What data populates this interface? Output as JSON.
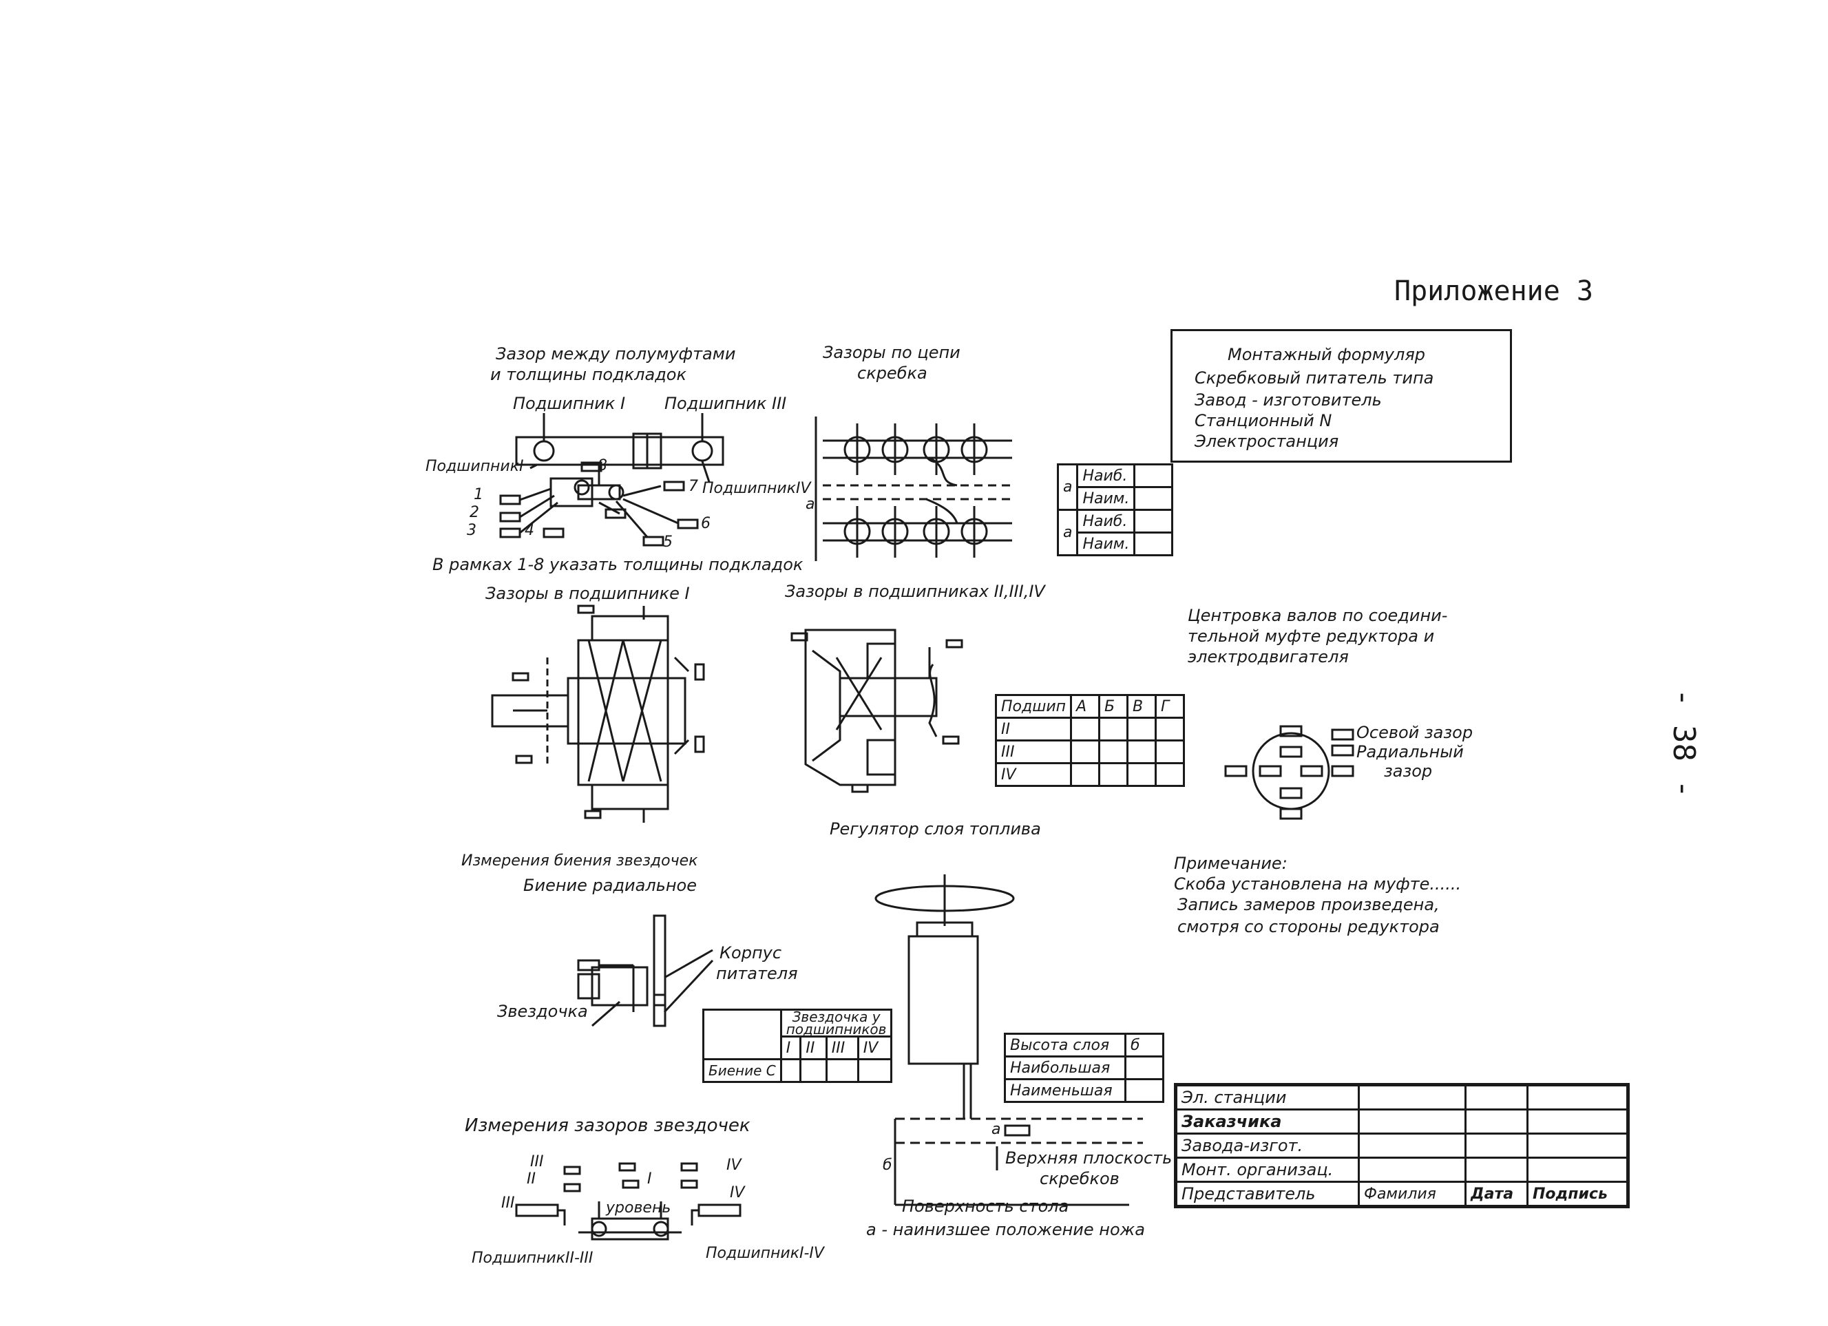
{
  "header": {
    "appendix": "Приложение 3",
    "page_number": "- 38 -"
  },
  "formular": {
    "lines": [
      "Монтажный формуляр",
      "Скребковый питатель типа",
      "Завод - изготовитель",
      "Станционный N",
      "Электростанция"
    ]
  },
  "coupling": {
    "title_1": "Зазор между полумуфтами",
    "title_2": "и толщины подкладок",
    "bearing_1": "Подшипник I",
    "bearing_3": "Подшипник III",
    "bearing_1_side": "ПодшипникI",
    "bearing_4": "ПодшипникIV",
    "n1": "1",
    "n2": "2",
    "n3": "3",
    "n4": "4",
    "n5": "5",
    "n6": "6",
    "n7": "7",
    "n8": "8",
    "note": "В рамках 1-8 указать толщины подкладок"
  },
  "chain": {
    "title_1": "Зазоры по цепи",
    "title_2": "скребка",
    "label_a": "а",
    "table": [
      {
        "key": "а",
        "row1": "Наиб.",
        "row2": "Наим."
      },
      {
        "key": "а",
        "row1": "Наиб.",
        "row2": "Наим."
      }
    ]
  },
  "bearing_i": {
    "title": "Зазоры в подшипнике I"
  },
  "bearing_other": {
    "title": "Зазоры в подшипниках II,III,IV",
    "table_header": [
      "Подшип",
      "А",
      "Б",
      "В",
      "Г"
    ],
    "rows": [
      "II",
      "III",
      "IV"
    ]
  },
  "centering": {
    "title_1": "Центровка валов по соедини-",
    "title_2": "тельной муфте редуктора и",
    "title_3": "электродвигателя",
    "axial": "Осевой зазор",
    "radial_1": "Радиальный",
    "radial_2": "зазор"
  },
  "regulator": {
    "title": "Регулятор слоя топлива"
  },
  "runout": {
    "title": "Измерения биения звездочек",
    "subtitle": "Биение радиальное",
    "housing_1": "Корпус",
    "housing_2": "питателя",
    "sprocket": "Звездочка",
    "table_head_1": "Звездочка у",
    "table_head_2": "подшипников",
    "cols": [
      "I",
      "II",
      "III",
      "IV"
    ],
    "row_label": "Биение С"
  },
  "layer_table": {
    "rows": [
      "Высота слоя",
      "Наибольшая",
      "Наименьшая"
    ],
    "unit": "б"
  },
  "note": {
    "title": "Примечание:",
    "line_1": "Скоба установлена на муфте......",
    "line_2": "Запись замеров произведена,",
    "line_3": "смотря со стороны редуктора"
  },
  "sprocket_gaps": {
    "title": "Измерения зазоров звездочек",
    "level": "уровень",
    "bearing_2_3": "ПодшипникII-III",
    "bearing_1_4": "ПодшипникI-IV",
    "r_III": "III",
    "r_II": "II",
    "r_IV": "IV",
    "r_I": "I"
  },
  "knife": {
    "upper": "Верхняя плоскость",
    "upper_2": "скребков",
    "surface": "Поверхность стола",
    "lowest": "а - наинизшее положение ножа",
    "a": "а",
    "b": "б"
  },
  "signoff": {
    "rows": [
      "Эл. станции",
      "Заказчика",
      "Завода-изгот.",
      "Монт. организац.",
      "Представитель"
    ],
    "footer": [
      "Фамилия",
      "Дата",
      "Подпись"
    ]
  }
}
